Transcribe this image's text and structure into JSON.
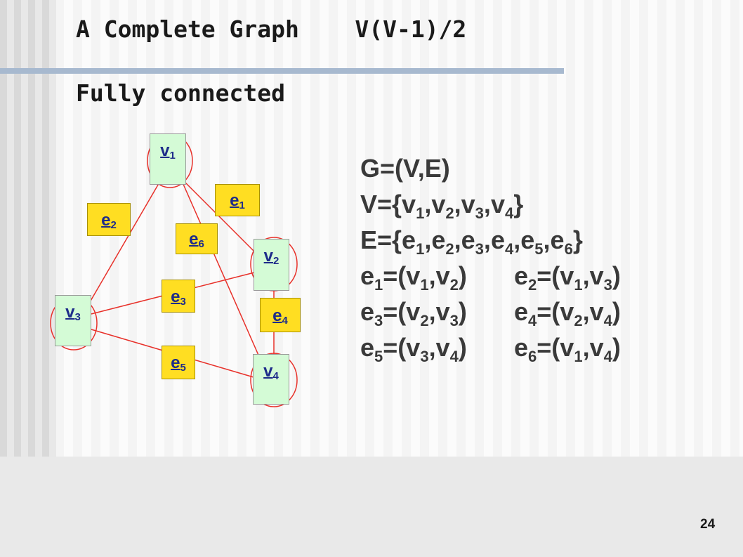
{
  "slide": {
    "title": "A Complete Graph    V(V-1)/2",
    "subtitle": "Fully connected",
    "page_number": "24"
  },
  "graph": {
    "vertices": [
      {
        "id": "v1",
        "base": "v",
        "sub": "1"
      },
      {
        "id": "v2",
        "base": "v",
        "sub": "2"
      },
      {
        "id": "v3",
        "base": "v",
        "sub": "3"
      },
      {
        "id": "v4",
        "base": "v",
        "sub": "4"
      }
    ],
    "edges": [
      {
        "id": "e1",
        "base": "e",
        "sub": "1",
        "from": "v1",
        "to": "v2"
      },
      {
        "id": "e2",
        "base": "e",
        "sub": "2",
        "from": "v1",
        "to": "v3"
      },
      {
        "id": "e3",
        "base": "e",
        "sub": "3",
        "from": "v2",
        "to": "v3"
      },
      {
        "id": "e4",
        "base": "e",
        "sub": "4",
        "from": "v2",
        "to": "v4"
      },
      {
        "id": "e5",
        "base": "e",
        "sub": "5",
        "from": "v3",
        "to": "v4"
      },
      {
        "id": "e6",
        "base": "e",
        "sub": "6",
        "from": "v1",
        "to": "v4"
      }
    ],
    "colors": {
      "vertex_box": "#d4fbd6",
      "vertex_outline": "#e8312a",
      "edge_line": "#e8312a",
      "edge_label_box": "#ffde22",
      "label_text": "#1e2c8a"
    }
  },
  "definitions": {
    "g": "G=(V,E)",
    "v_prefix": "V={",
    "v_items": [
      "v1",
      "v2",
      "v3",
      "v4"
    ],
    "e_prefix": "E={",
    "e_items": [
      "e1",
      "e2",
      "e3",
      "e4",
      "e5",
      "e6"
    ],
    "edge_defs": [
      {
        "edge": "e1",
        "pair": [
          "v1",
          "v2"
        ]
      },
      {
        "edge": "e2",
        "pair": [
          "v1",
          "v3"
        ]
      },
      {
        "edge": "e3",
        "pair": [
          "v2",
          "v3"
        ]
      },
      {
        "edge": "e4",
        "pair": [
          "v2",
          "v4"
        ]
      },
      {
        "edge": "e5",
        "pair": [
          "v3",
          "v4"
        ]
      },
      {
        "edge": "e6",
        "pair": [
          "v1",
          "v4"
        ]
      }
    ]
  }
}
